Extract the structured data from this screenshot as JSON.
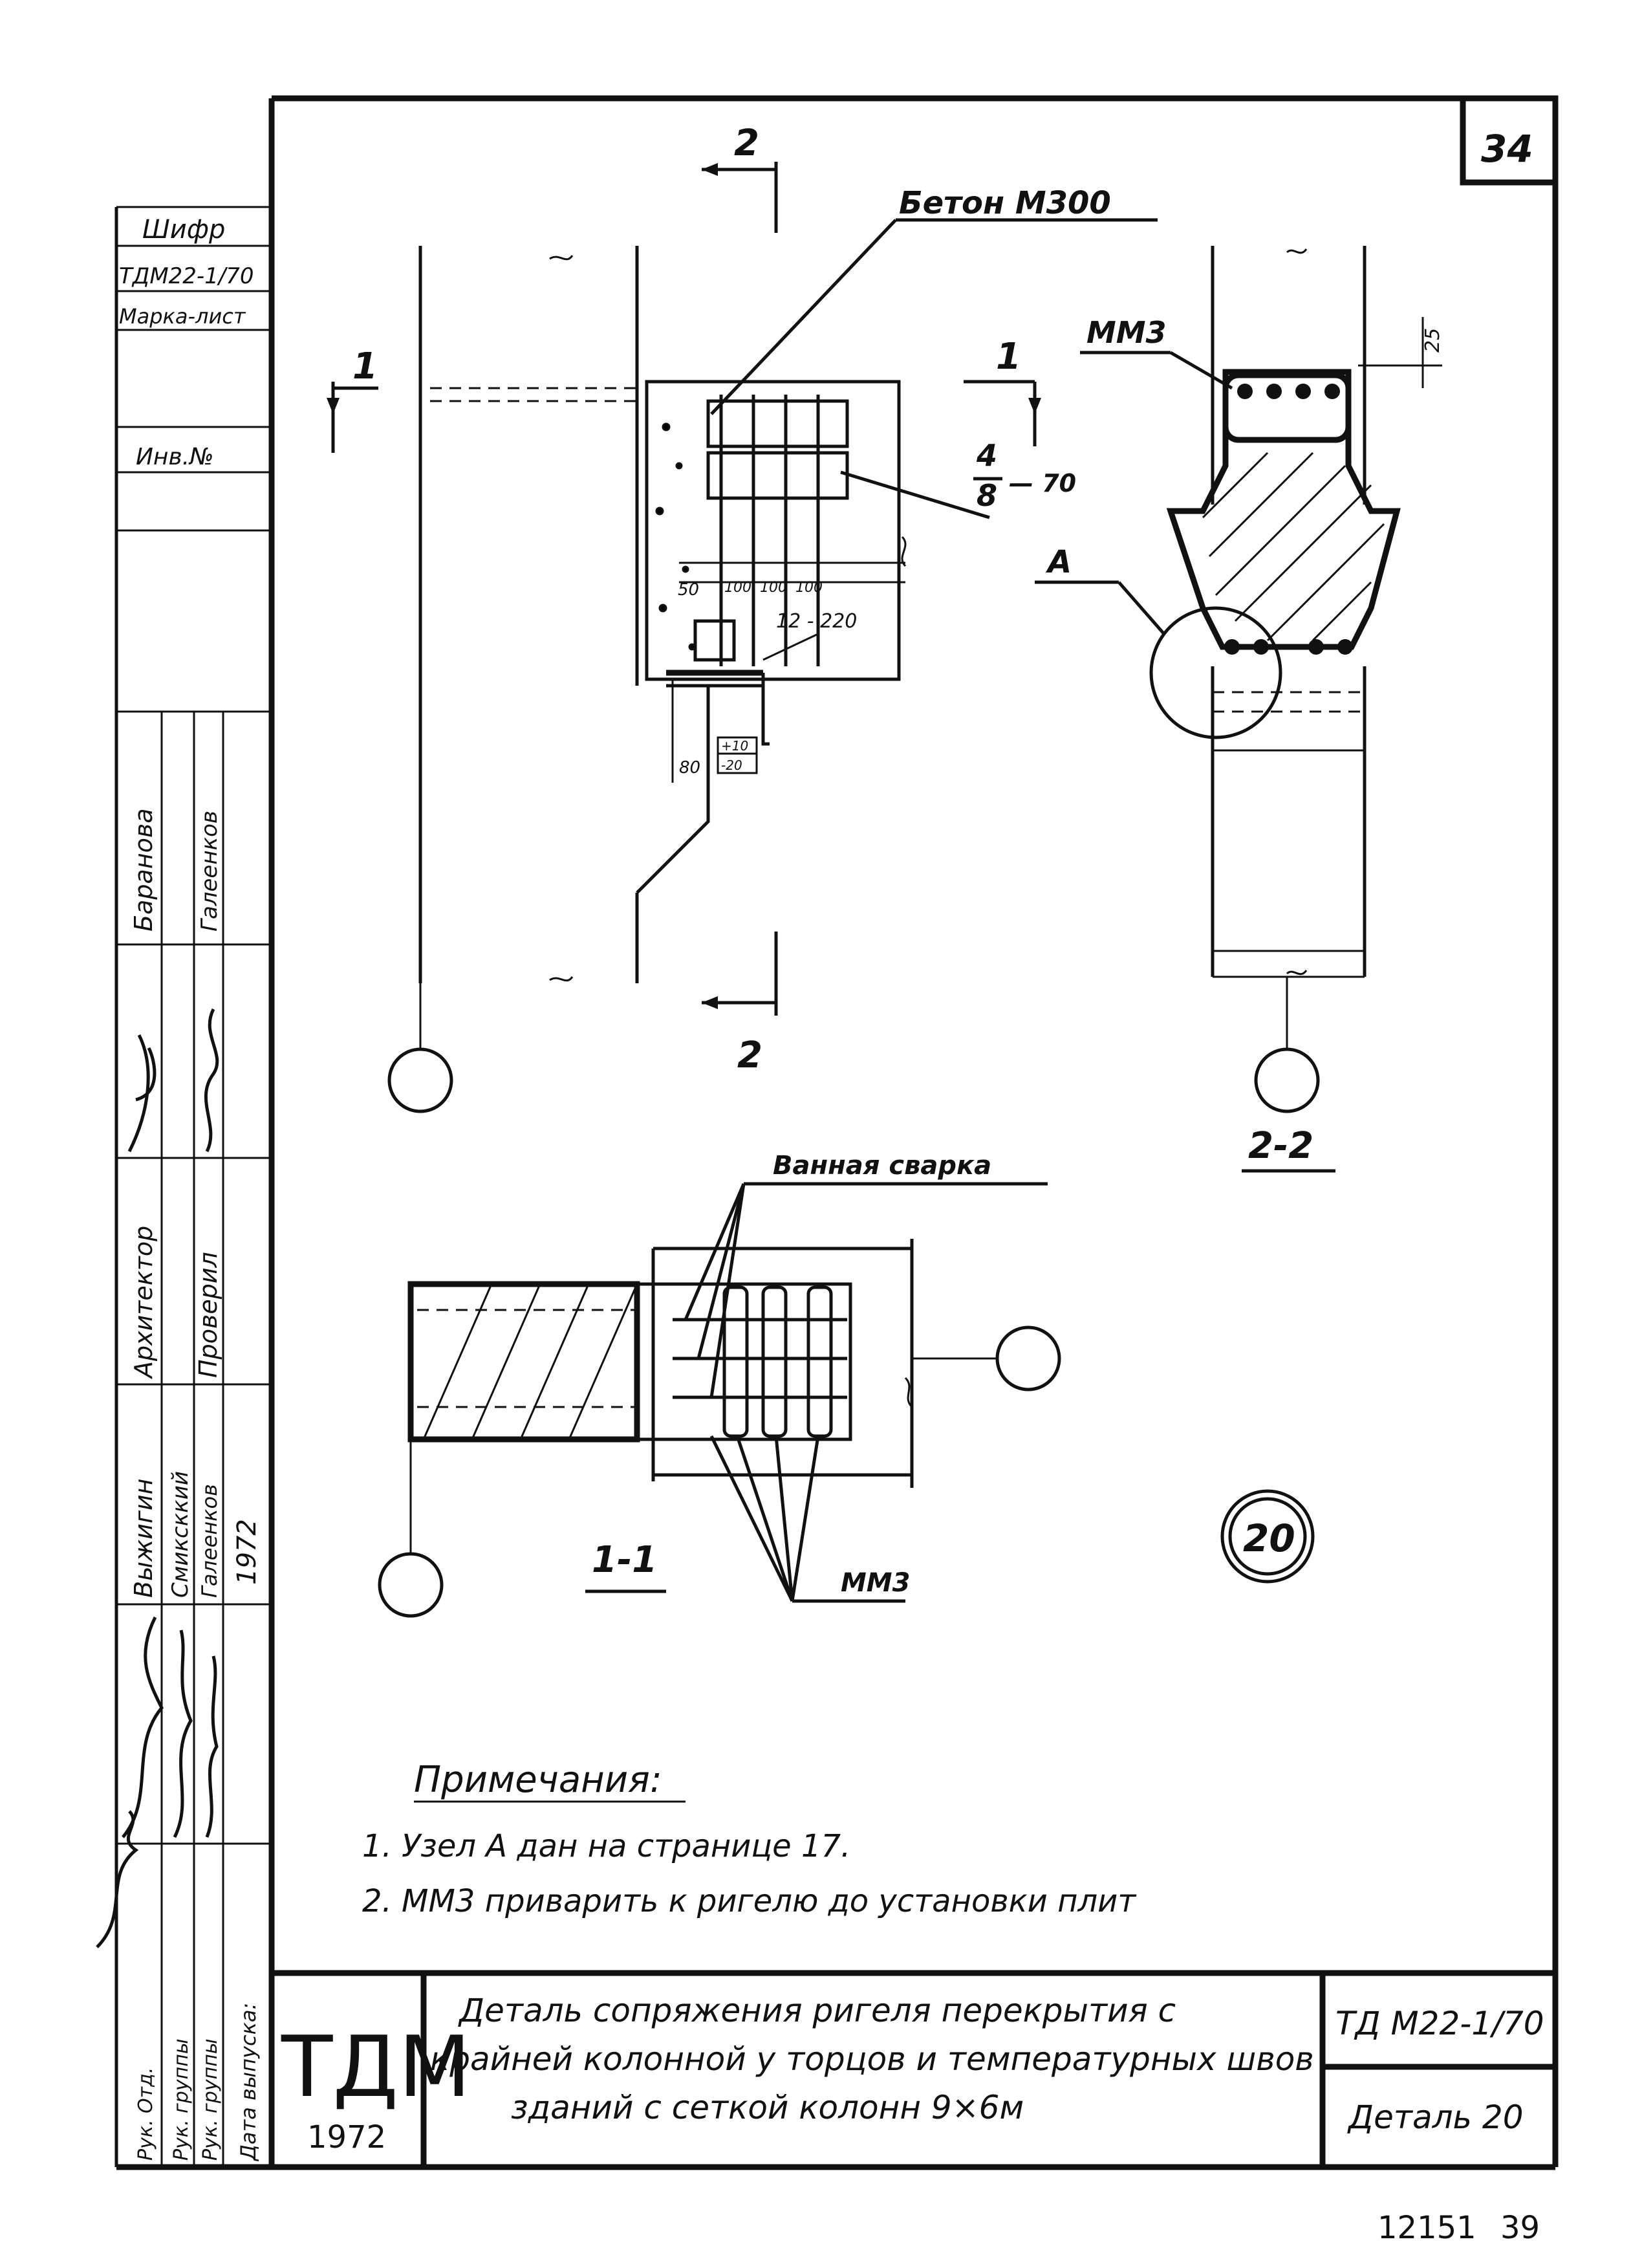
{
  "sheet": {
    "number": "34",
    "cipher_label": "Шифр",
    "cipher_value": "ТДМ22-1/70",
    "mark_sheet_label": "Марка-лист",
    "inv_label": "Инв.№"
  },
  "stamp_vertical": {
    "architect_label": "Архитектор",
    "architect_name": "Баранова",
    "checked_label": "Проверил",
    "checked_name": "Галеенков",
    "author_1": "Выжигин",
    "author_2": "Смиксккий",
    "author_3": "Галеенков",
    "year_small": "1972",
    "roles": [
      "Рук. Отд.",
      "Рук. группы",
      "Рук. группы",
      "Дата выпуска:"
    ]
  },
  "drawing": {
    "section_2_top": "2",
    "section_2_bottom": "2",
    "section_1_left": "1",
    "section_1_right": "1",
    "concrete_label": "Бетон М300",
    "frac_num": "4",
    "frac_den": "8",
    "frac_tail": "— 70",
    "dim_50": "50",
    "dim_100a": "100",
    "dim_100b": "100",
    "dim_100c": "100",
    "dim_12_220": "12 - 220",
    "dim_80": "80",
    "dim_box_top": "+10",
    "dim_box_bot": "-20",
    "mm3_top": "ММ3",
    "dim_25": "25",
    "node_a": "А",
    "section_2_2": "2-2",
    "weld_label": "Ванная сварка",
    "section_1_1": "1-1",
    "mm3_bottom": "ММ3",
    "detail_number": "20"
  },
  "notes": {
    "title": "Примечания:",
    "items": [
      "1. Узел А дан на странице 17.",
      "2. ММ3 приварить к ригелю до установки плит"
    ]
  },
  "title_block": {
    "logo": "ТДМ",
    "logo_year": "1972",
    "title_line1": "Деталь  сопряжения  ригеля перекрытия с",
    "title_line2": "крайней колонной у торцов и температурных швов",
    "title_line3": "зданий с сеткой колонн 9×6м",
    "code": "ТД М22-1/70",
    "detail": "Деталь 20"
  },
  "footer": {
    "order_no": "12151",
    "page_no": "39"
  }
}
